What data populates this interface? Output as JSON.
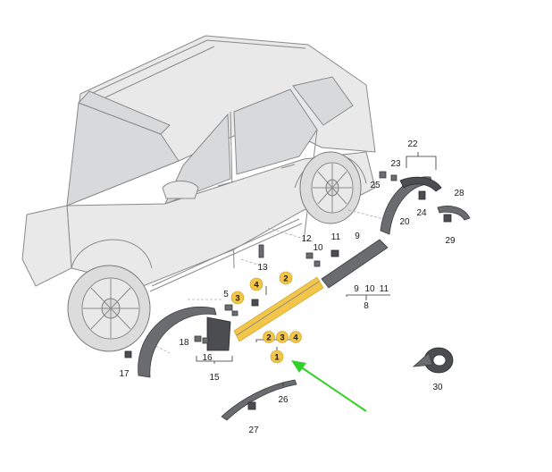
{
  "diagram": {
    "callouts": {
      "c1": "1",
      "c2": "2",
      "c3": "3",
      "c4": "4",
      "c5": "5",
      "c8": "8",
      "c9": "9",
      "c10": "10",
      "c11": "11",
      "c12": "12",
      "c13": "13",
      "c15": "15",
      "c16": "16",
      "c17": "17",
      "c18": "18",
      "c20": "20",
      "c22": "22",
      "c23": "23",
      "c24": "24",
      "c25": "25",
      "c26": "26",
      "c27": "27",
      "c28": "28",
      "c29": "29",
      "c30": "30"
    },
    "sub_labels": {
      "g1": [
        "2",
        "3",
        "4"
      ],
      "g8": [
        "9",
        "10",
        "11"
      ],
      "g15": [
        "16"
      ]
    },
    "highlight_color": "#f3c64a",
    "arrow_color": "#33d02a"
  }
}
